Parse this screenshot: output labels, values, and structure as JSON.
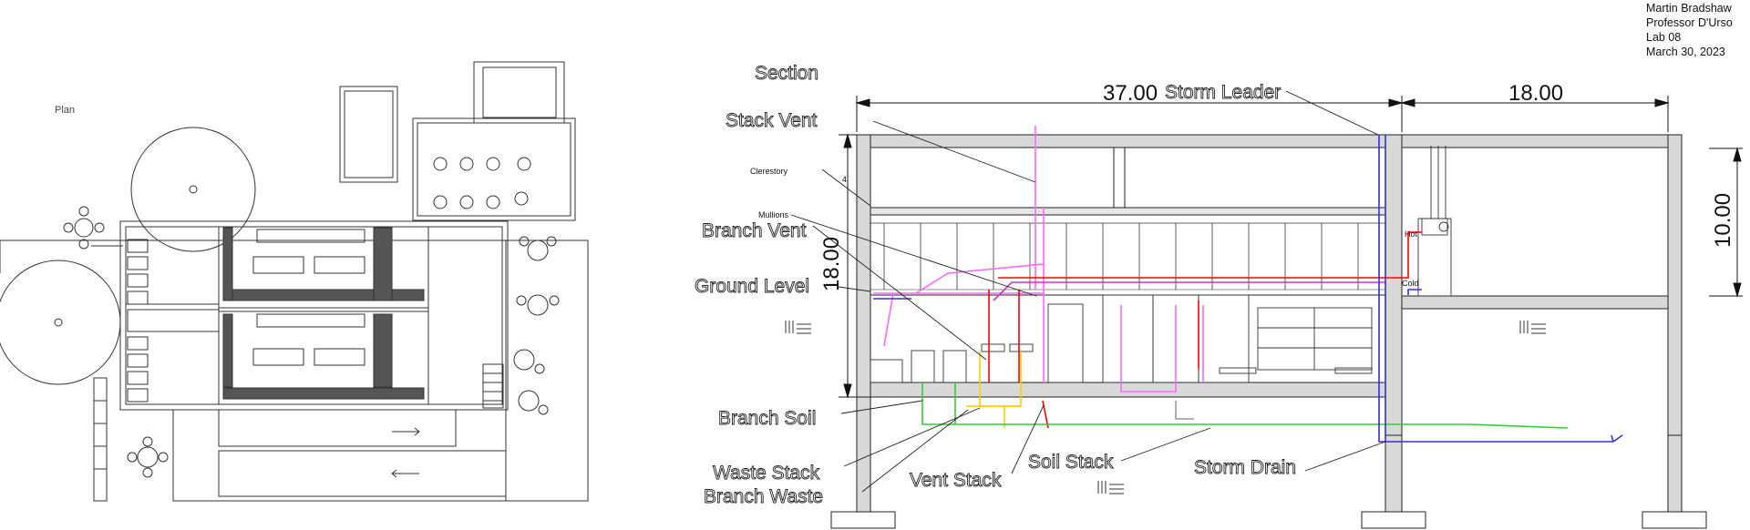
{
  "title_block": {
    "author": "Martin Bradshaw",
    "professor": "Professor D'Urso",
    "lab": "Lab 08",
    "date": "March 30, 2023"
  },
  "plan": {
    "label": "Plan"
  },
  "section": {
    "label": "Section",
    "dimensions": {
      "main_width": "37.00",
      "right_width": "18.00",
      "left_height": "18.00",
      "right_height": "10.00"
    },
    "annotations": {
      "storm_leader": "Storm Leader",
      "stack_vent": "Stack Vent",
      "clerestory": "Clerestory",
      "clerestory_height": "4'",
      "mullions": "Mullions",
      "branch_vent": "Branch Vent",
      "ground_level": "Ground Level",
      "branch_soil": "Branch Soil",
      "waste_stack": "Waste Stack",
      "branch_waste": "Branch Waste",
      "vent_stack": "Vent Stack",
      "soil_stack": "Soil Stack",
      "storm_drain": "Storm Drain",
      "hot": "Hot",
      "cold": "Cold"
    },
    "pipe_colors": {
      "vent": "#ff66ff",
      "soil": "#33cc33",
      "waste": "#ffcc00",
      "supply_hot": "#ff0000",
      "storm": "#3333cc",
      "branch_vent": "#cc33cc"
    }
  }
}
